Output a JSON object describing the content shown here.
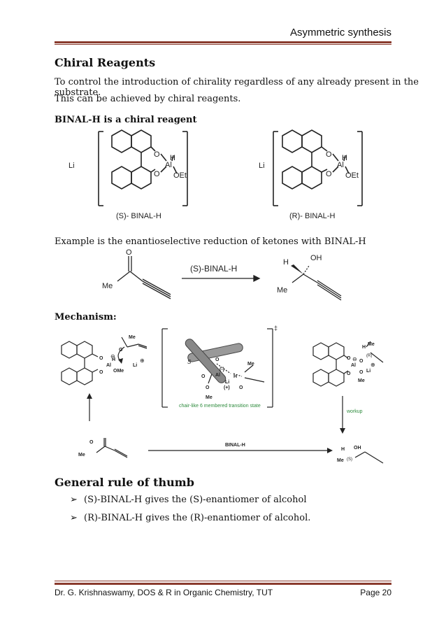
{
  "header": {
    "title": "Asymmetric synthesis"
  },
  "section1": {
    "heading": "Chiral Reagents",
    "para1": "To control the introduction of chirality regardless of any already present in the substrate.",
    "para2": "This can be achieved by chiral reagents."
  },
  "binal": {
    "subheading": "BINAL-H is a chiral reagent",
    "labels": {
      "Li": "Li",
      "O": "O",
      "H": "H",
      "Al": "Al",
      "OEt": "OEt"
    },
    "s_caption": "(S)- BINAL-H",
    "r_caption": "(R)- BINAL-H"
  },
  "example": {
    "text": "Example is the enantioselective reduction of ketones with BINAL-H",
    "reagent": "(S)-BINAL-H",
    "labels": {
      "O": "O",
      "Me": "Me",
      "H": "H",
      "OH": "OH"
    }
  },
  "mechanism": {
    "heading": "Mechanism:",
    "labels": {
      "Me": "Me",
      "O": "O",
      "H": "H",
      "Al": "Al",
      "OMe": "OMe",
      "Li": "Li",
      "S": "S",
      "minus": "(-)",
      "plus": "(+)",
      "dagger": "‡",
      "R": "(R)",
      "Splain": "(S)",
      "OH": "OH",
      "circle_minus": "⊖",
      "circle_plus": "⊕"
    },
    "ts_caption": "chair-like 6 membered transition state",
    "workup": "workup",
    "reagent": "BINAL-H"
  },
  "rule": {
    "heading": "General rule of thumb",
    "bullets": [
      "(S)-BINAL-H gives the (S)-enantiomer of alcohol",
      "(R)-BINAL-H gives the (R)-enantiomer of alcohol."
    ],
    "arrow": "➢"
  },
  "footer": {
    "left": "Dr. G. Krishnaswamy, DOS & R in Organic Chemistry, TUT",
    "right": "Page 20"
  }
}
